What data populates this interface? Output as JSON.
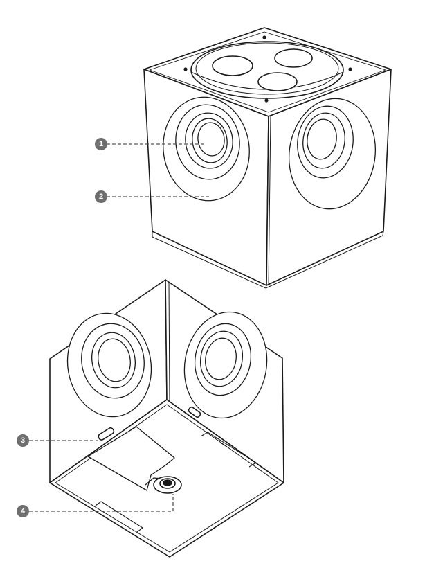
{
  "colors": {
    "line": "#1a1a1a",
    "callout_fill": "#6f6f6f",
    "leader": "#555555",
    "background": "#ffffff"
  },
  "callouts": [
    {
      "number": "1",
      "part": "speaker-driver-center"
    },
    {
      "number": "2",
      "part": "speaker-cone-surround"
    },
    {
      "number": "3",
      "part": "port-slot"
    },
    {
      "number": "4",
      "part": "mount-thread"
    }
  ]
}
